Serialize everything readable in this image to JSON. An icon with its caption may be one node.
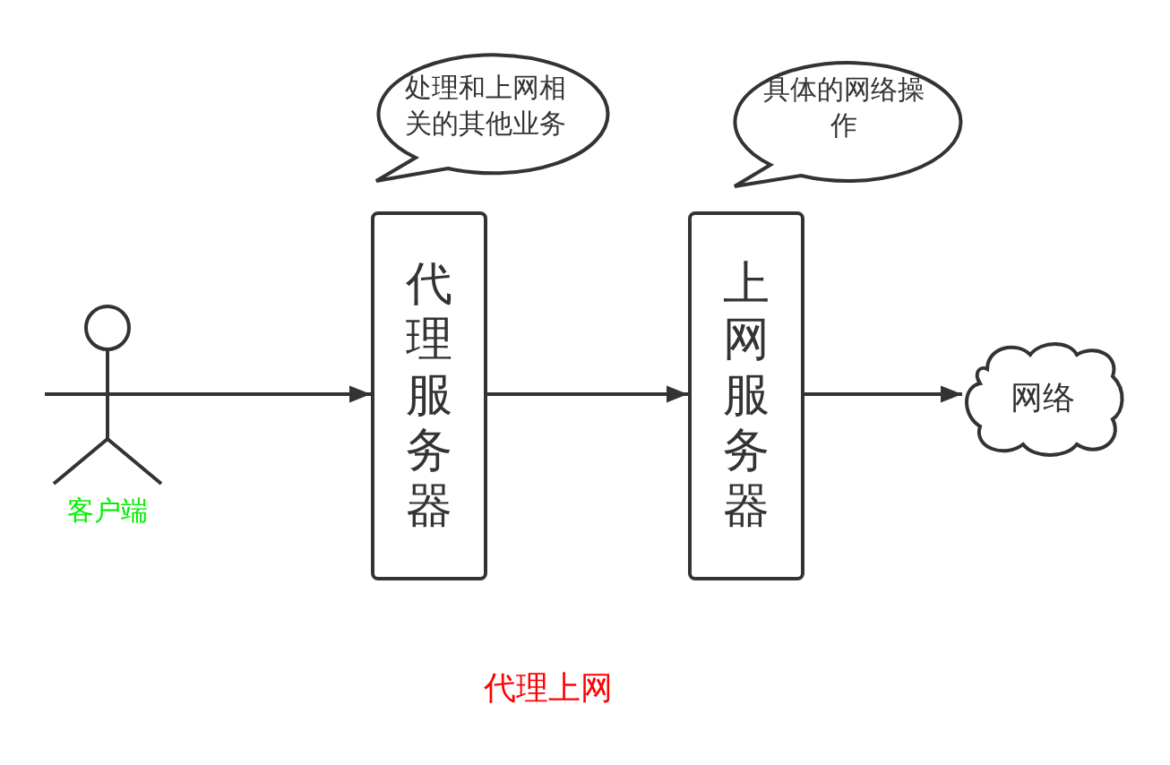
{
  "diagram": {
    "caption": "代理上网",
    "nodes": [
      {
        "text": [
          "客户端"
        ]
      },
      {
        "text": [
          "代理服务器"
        ]
      },
      {
        "text": [
          "上网服务器"
        ]
      },
      {
        "text": [
          "网络"
        ]
      },
      {
        "text": [
          "处理和上网相关的其他业务"
        ]
      },
      {
        "text": [
          "具体的网络操作"
        ]
      }
    ],
    "edges": [
      {
        "from": 0,
        "to": 1,
        "arrow": "to"
      },
      {
        "from": 1,
        "to": 2,
        "arrow": "to"
      },
      {
        "from": 2,
        "to": 3,
        "arrow": "to"
      }
    ]
  }
}
